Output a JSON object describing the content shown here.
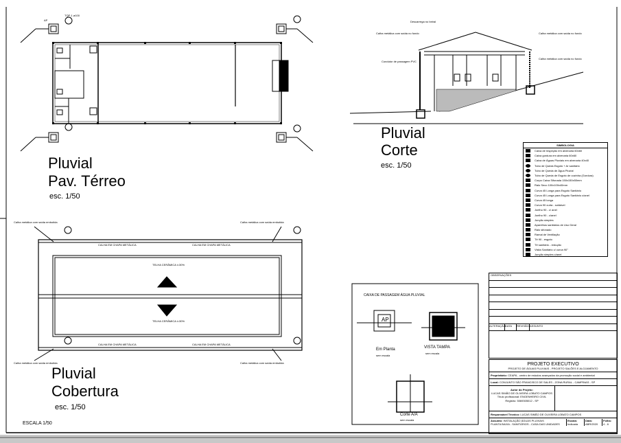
{
  "ground_plan": {
    "title_line1": "Pluvial",
    "title_line2": "Pav. Térreo",
    "scale": "esc. 1/50",
    "box_label": "AP",
    "circle_label": "TQP-1 ø100"
  },
  "section": {
    "title_line1": "Pluvial",
    "title_line2": "Corte",
    "scale": "esc. 1/50",
    "notes": [
      "Descarrega no beiral",
      "Calha metálica com saída no fundo",
      "Condutor de passagem PVC",
      "Calha metálica com saída no fundo",
      "Calha metálica com saída no fundo"
    ]
  },
  "roof_plan": {
    "title_line1": "Pluvial",
    "title_line2": "Cobertura",
    "scale": "esc. 1/50",
    "gutter_label": "CALHA EM CHAPA METÁLICA",
    "roof_top": "TELHA CERÂMICA i=30%",
    "roof_bottom": "TELHA CERÂMICA i=30%",
    "corner_note": "Calha metálica com saída embutida"
  },
  "sheet_scale": "ESCALA 1/50",
  "legend": {
    "title": "SIMBOLOGIA",
    "items": [
      "Caixa de Inspeção em alvenaria 60x60",
      "Caixa gordura em alvenaria 60x60",
      "Caixa de Águas Pluviais em alvenaria 40x40",
      "Tubo de Queda Esgoto + Ar sanitário",
      "Tubo de Queda de Água Pluvial",
      "Tubo de Queda de Esgoto de cozinha (Gordura)",
      "Corpo Caixa Sifonada 150x150x50mm",
      "Ralo Seco 100x100x40mm",
      "Curva 45 Longa para Esgoto Sanitário",
      "Curva 45 Longa para Esgoto Sanitário c/anel",
      "Curva 45 longa",
      "Curva 90 curta - soldável",
      "Joelho 90 - c/ anel",
      "Joelho 90 - c/anel",
      "Junção simples",
      "Aparelhos sanitários de Uso Geral",
      "Ralo sifonado",
      "Ramal de Ventilação",
      "Tê 90 - esgoto",
      "Tê sanitário - redução",
      "Visita Sanitário c/ curva 90°",
      "Junção simples c/anel"
    ]
  },
  "caixa": {
    "title": "CAIXA DE PASSAGEM ÁGUA PLUVIAL",
    "ap": "AP",
    "plan_label": "Em Planta",
    "plan_scale": "sem escala",
    "lid_label": "VISTA TAMPA",
    "lid_scale": "sem escala",
    "cut_label": "Corte A/A",
    "cut_scale": "sem escala"
  },
  "observations": {
    "title": "OBSERVAÇÕES",
    "cols": [
      "ALTERAÇÃO",
      "DATA",
      "REVISÃO",
      "ASSUNTO"
    ]
  },
  "title_block": {
    "title": "PROJETO EXECUTIVO",
    "subtitle": "PROJETO DE ÁGUAS PLUVIAIS - PROJETO SALÕES E ALOJAMENTO",
    "owner_label": "Proprietário:",
    "owner": "CEAPA - centro de estudos avançados da promoção social e ambiental",
    "local_label": "Local:",
    "local": "CONJUNTO SÃO FRANCISCO DE SALES - ZONA RURAL - CAMPINAS - SP",
    "author_label": "Autor do Projeto:",
    "author": "LUCAS SIMÃO DE OLIVEIRA LOBATO CAMPOS",
    "author_title": "Título profissional: ENGENHEIRO CIVIL",
    "author_reg": "Registro: 5069305012 - SP",
    "resp_label": "Responsável Técnico:",
    "resp": "LUCAS SIMÃO DE OLIVEIRA LOBATO CAMPOS",
    "contents_label": "Assunto:",
    "contents": "INSTALAÇÃO ÁGUAS PLUVIAIS",
    "contents2": "PLANTA BAIXA - SANITÁRIOS - CASA DAS UNIDADES",
    "scale_label": "Escala:",
    "scale": "Indicada",
    "date_label": "Data:",
    "date": "ABR/2020",
    "sheet_label": "Folha:",
    "sheet": "4 - 6"
  }
}
